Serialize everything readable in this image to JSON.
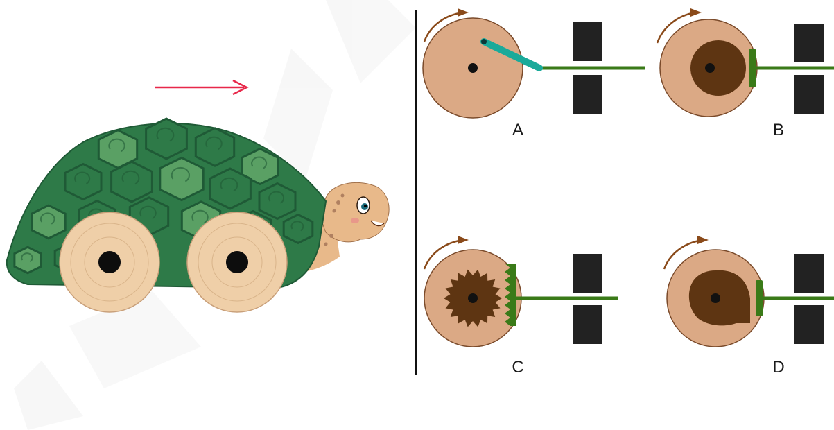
{
  "colors": {
    "shell_dark": "#1f5a36",
    "shell_mid": "#2e7a48",
    "shell_light": "#5aa064",
    "wheel_wood": "#efcfa8",
    "wheel_hole": "#0d0d0d",
    "turtle_skin": "#e8b98a",
    "motion_arrow": "#e8284a",
    "divider": "#111111",
    "disk": "#dba985",
    "disk_outline": "#7a4a2a",
    "cam": "#5e3512",
    "rod_green": "#3a7a18",
    "linkage_teal": "#1aaa9a",
    "guide_block": "#222222",
    "rotation_arrow": "#8a4a1a"
  },
  "icons": {
    "motion_direction": "right-arrow-icon",
    "rotation": "clockwise-arrow-icon"
  },
  "panels": [
    {
      "id": "A",
      "label": "A",
      "mechanism": "crank-linkage"
    },
    {
      "id": "B",
      "label": "B",
      "mechanism": "round-cam"
    },
    {
      "id": "C",
      "label": "C",
      "mechanism": "gear-cam"
    },
    {
      "id": "D",
      "label": "D",
      "mechanism": "spiral-cam"
    }
  ]
}
